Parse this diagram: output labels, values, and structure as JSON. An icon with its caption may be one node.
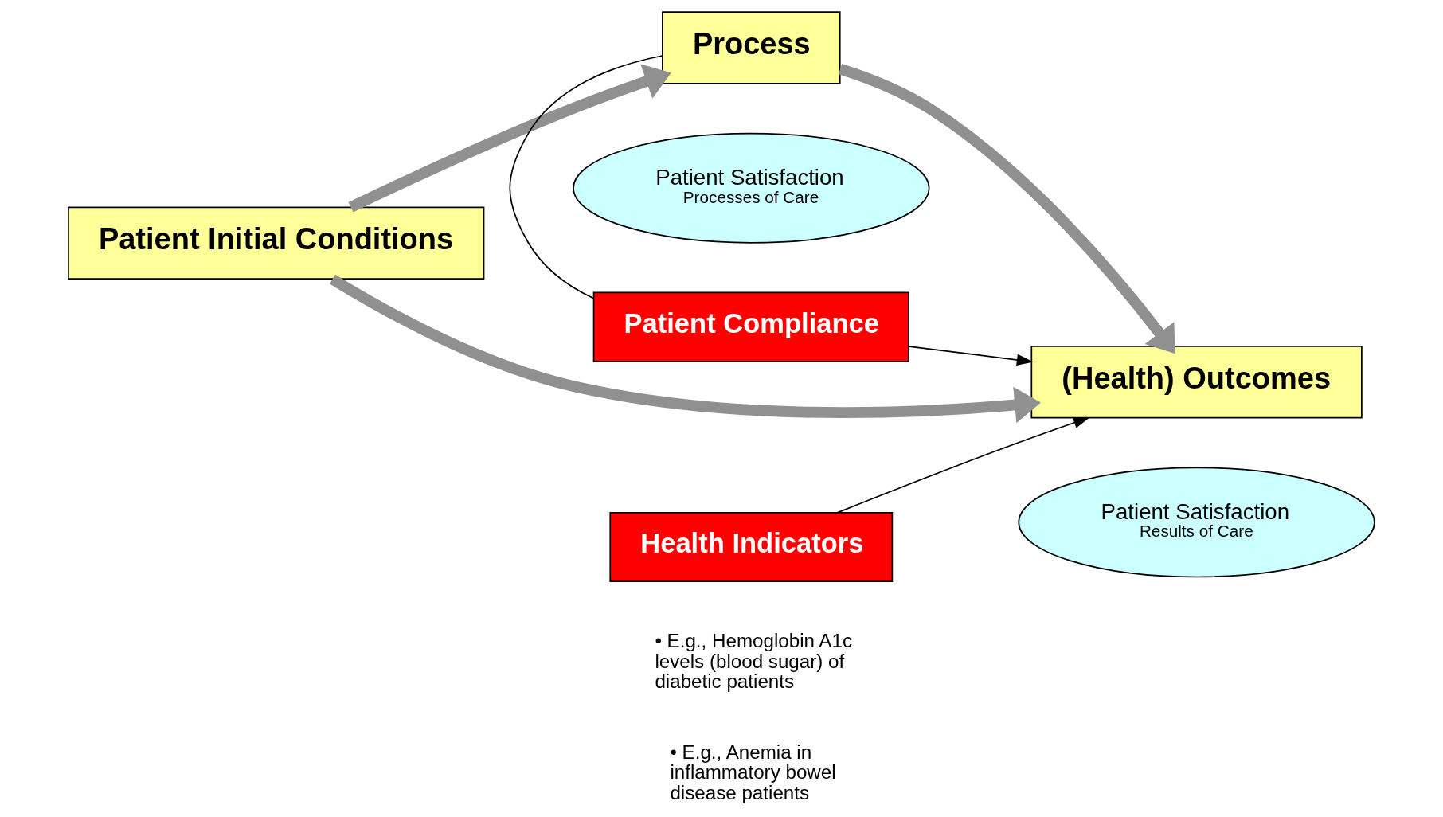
{
  "diagram": {
    "nodes": [
      {
        "text": [
          "Patient Initial Conditions"
        ]
      },
      {
        "text": [
          "Process"
        ]
      },
      {
        "text": [
          "(Health) Outcomes"
        ]
      },
      {
        "text": [
          "Patient Compliance"
        ]
      },
      {
        "text": [
          "Health Indicators"
        ],
        "beside": [
          "• E.g., Hemoglobin A1c levels (blood sugar) of diabetic patients",
          "• E.g., Anemia in inflammatory bowel disease patients"
        ]
      },
      {
        "text": [
          "Patient Satisfaction",
          "Processes of Care"
        ]
      },
      {
        "text": [
          "Patient Satisfaction",
          "Results of Care"
        ]
      }
    ],
    "edges": [
      {
        "from": 0,
        "to": 1,
        "arrow": "to",
        "style": "thick",
        "color": "#909090"
      },
      {
        "from": 1,
        "to": 2,
        "arrow": "to",
        "style": "thick",
        "color": "#909090"
      },
      {
        "from": 0,
        "to": 2,
        "arrow": "to",
        "style": "thick",
        "color": "#909090"
      },
      {
        "from": 1,
        "to": 3,
        "arrow": "none",
        "color": "#000000"
      },
      {
        "from": 3,
        "to": 2,
        "arrow": "to",
        "color": "#000000"
      },
      {
        "from": 4,
        "to": 2,
        "arrow": "to",
        "color": "#000000"
      }
    ]
  }
}
